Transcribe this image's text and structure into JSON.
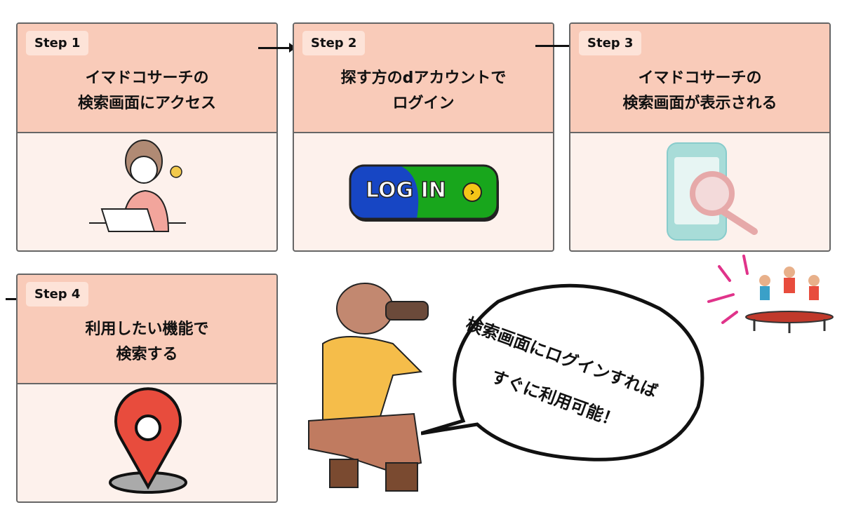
{
  "steps": [
    {
      "label": "Step 1",
      "title": "イマドコサーチの\n検索画面にアクセス"
    },
    {
      "label": "Step 2",
      "title": "探す方のdアカウントで\nログイン"
    },
    {
      "label": "Step 3",
      "title": "イマドコサーチの\n検索画面が表示される"
    },
    {
      "label": "Step 4",
      "title": "利用したい機能で\n検索する"
    }
  ],
  "login_button": {
    "label": "LOG IN"
  },
  "speech_bubble": {
    "line1": "検索画面にログインすれば",
    "line2": "すぐに利用可能！"
  },
  "colors": {
    "header": "#f9cbb9",
    "body": "#fdf1ec",
    "border": "#666666",
    "pin": "#e84c3d"
  }
}
